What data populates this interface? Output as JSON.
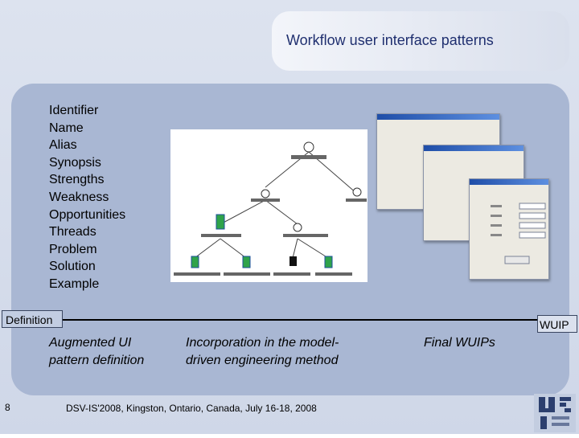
{
  "slide": {
    "title": "Workflow user interface patterns",
    "attributes": [
      "Identifier",
      "Name",
      "Alias",
      "Synopsis",
      "Strengths",
      "Weakness",
      "Opportunities",
      "Threads",
      "Problem",
      "Solution",
      "Example"
    ],
    "definition_label": "Definition",
    "wuip_label": "WUIP",
    "steps": [
      "Augmented UI pattern definition",
      "Incorporation in the model-driven engineering method",
      "Final WUIPs"
    ],
    "page_number": "8",
    "footer": "DSV-IS'2008, Kingston, Ontario, Canada, July 16-18, 2008"
  },
  "colors": {
    "accent": "#1f2f6f",
    "panel": "#a9b7d3"
  }
}
